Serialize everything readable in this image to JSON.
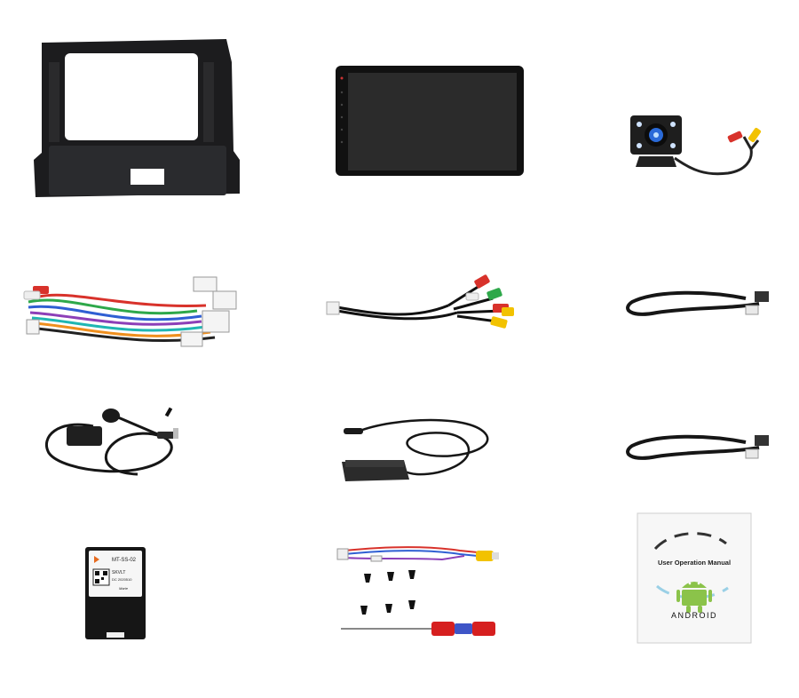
{
  "frame": {
    "panel_text_left": "",
    "panel_text_right": ""
  },
  "canbus": {
    "model": "MT-SS-02",
    "line1": "SKVLT",
    "line2": "DC 2020510",
    "brand": "Marie"
  },
  "manual": {
    "title": "User Operation Manual",
    "android_label": "ANDROID"
  },
  "colors": {
    "screen": "#2b2b2b",
    "frame": "#1c1c1e",
    "rca_red": "#d8322b",
    "rca_yellow": "#f2c200",
    "rca_white": "#eeeeee",
    "android_green": "#8bc34a",
    "screwdriver_red": "#d61f1f",
    "screwdriver_blue": "#3e55c7"
  }
}
